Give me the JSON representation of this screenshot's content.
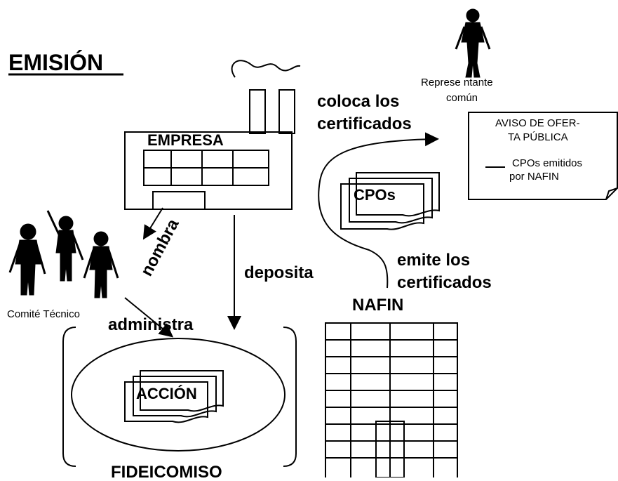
{
  "title": "EMISIÓN",
  "empresa": "EMPRESA",
  "representante": [
    "Represe ntante",
    "común"
  ],
  "coloca": [
    "coloca los",
    "certificados"
  ],
  "aviso": {
    "line1": "AVISO DE OFER-",
    "line2": "TA PÚBLICA",
    "note1": "CPOs emitidos",
    "note2": "por NAFIN"
  },
  "cpos": "CPOs",
  "nombra": "nombra",
  "deposita": "deposita",
  "emite": [
    "emite los",
    "certificados"
  ],
  "comite": "Comité Técnico",
  "administra": "administra",
  "nafin": "NAFIN",
  "accion": "ACCIÓN",
  "fideicomiso": "FIDEICOMISO"
}
